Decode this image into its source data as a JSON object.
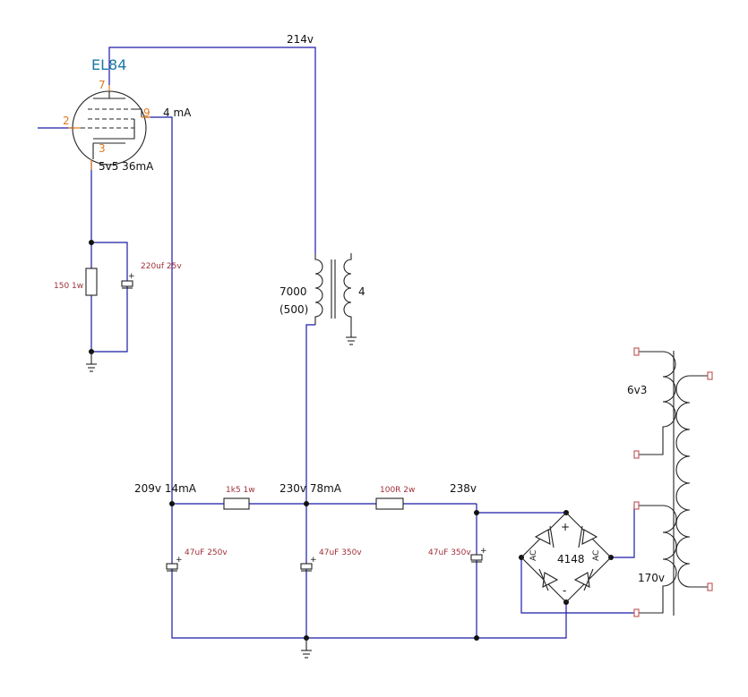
{
  "tube": {
    "name": "EL84",
    "pin_anode": "7",
    "pin_grid": "2",
    "pin_screen": "9",
    "pin_cathode": "3"
  },
  "voltages": {
    "anode": "214v",
    "screen_current": "4 mA",
    "cathode": "5v5 36mA",
    "node1": "209v 14mA",
    "node2": "230v 78mA",
    "node3": "238v"
  },
  "components": {
    "r_cathode": "150 1w",
    "c_cathode": "220uf 25v",
    "r_drop1": "1k5 1w",
    "r_drop2": "100R 2w",
    "c1": "47uF 250v",
    "c2": "47uF 350v",
    "c3": "47uF 350v",
    "bridge": "4148",
    "bridge_ac_left": "AC",
    "bridge_ac_right": "AC",
    "bridge_plus": "+",
    "bridge_minus": "-"
  },
  "output_transformer": {
    "primary": "7000",
    "primary_alt": "(500)",
    "secondary": "4"
  },
  "power_transformer": {
    "heater": "6v3",
    "ht": "170v"
  }
}
